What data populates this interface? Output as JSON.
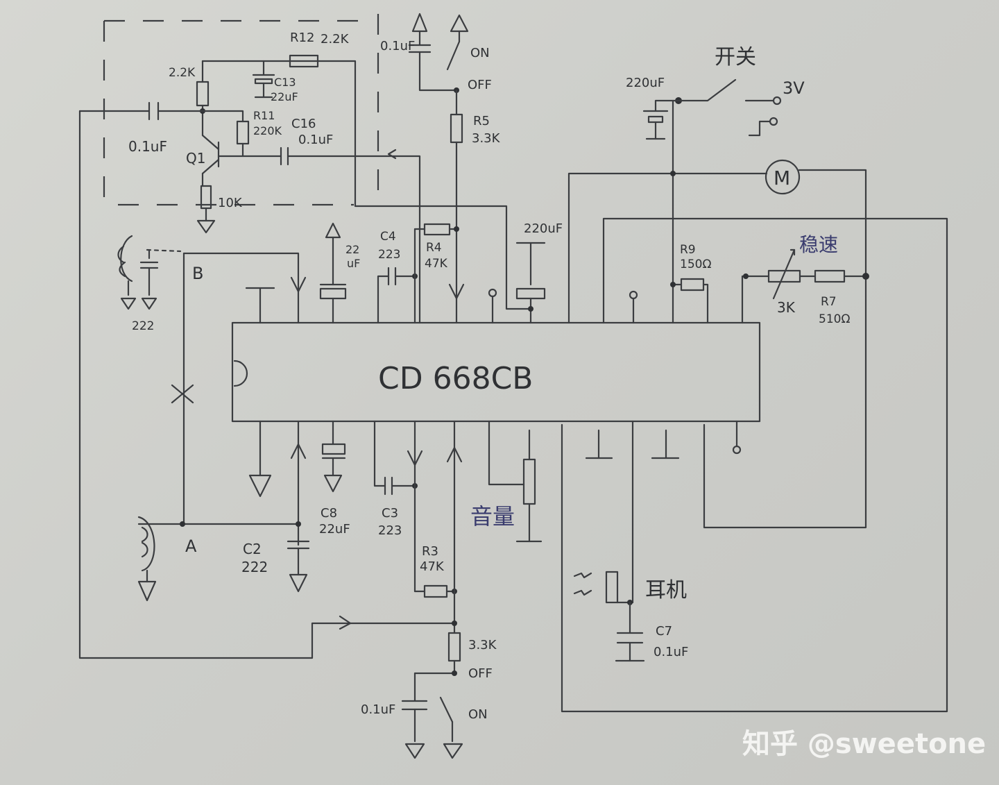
{
  "chip": {
    "name": "CD 668CB"
  },
  "labels": {
    "r12": "R12",
    "r12_val": "2.2K",
    "r_q1_top": "2.2K",
    "c13": "C13",
    "c13_val": "22uF",
    "r11": "R11",
    "r11_val": "220K",
    "c16": "C16",
    "c16_val": "0.1uF",
    "c_in": "0.1uF",
    "q1": "Q1",
    "r_emit": "10K",
    "c_top_switch": "0.1uF",
    "sw_top_on": "ON",
    "sw_top_off": "OFF",
    "r5": "R5",
    "r5_val": "3.3K",
    "c_left_ant": "222",
    "node_b": "B",
    "node_a": "A",
    "c_22uf": "22\nuF",
    "c4": "C4",
    "c4_val": "223",
    "r4": "R4",
    "r4_val": "47K",
    "c_220uf_mid": "220uF",
    "c_220uf_top": "220uF",
    "power_switch": "开关",
    "supply": "3V",
    "motor": "M",
    "r9": "R9",
    "r9_val": "150Ω",
    "speed_adj": "稳速",
    "pot_3k": "3K",
    "r7": "R7",
    "r7_val": "510Ω",
    "c8": "C8",
    "c8_val": "22uF",
    "c3": "C3",
    "c3_val": "223",
    "volume": "音量",
    "c2": "C2",
    "c2_val": "222",
    "r3": "R3",
    "r3_val": "47K",
    "headphone": "耳机",
    "c7": "C7",
    "c7_val": "0.1uF",
    "r_bot": "3.3K",
    "sw_bot_off": "OFF",
    "sw_bot_on": "ON",
    "c_bot": "0.1uF"
  },
  "watermark": "知乎 @sweetone",
  "colors": {
    "paper": "#cfd0cc",
    "ink": "#3b3d40",
    "blue_ink": "#3a3c6e"
  }
}
